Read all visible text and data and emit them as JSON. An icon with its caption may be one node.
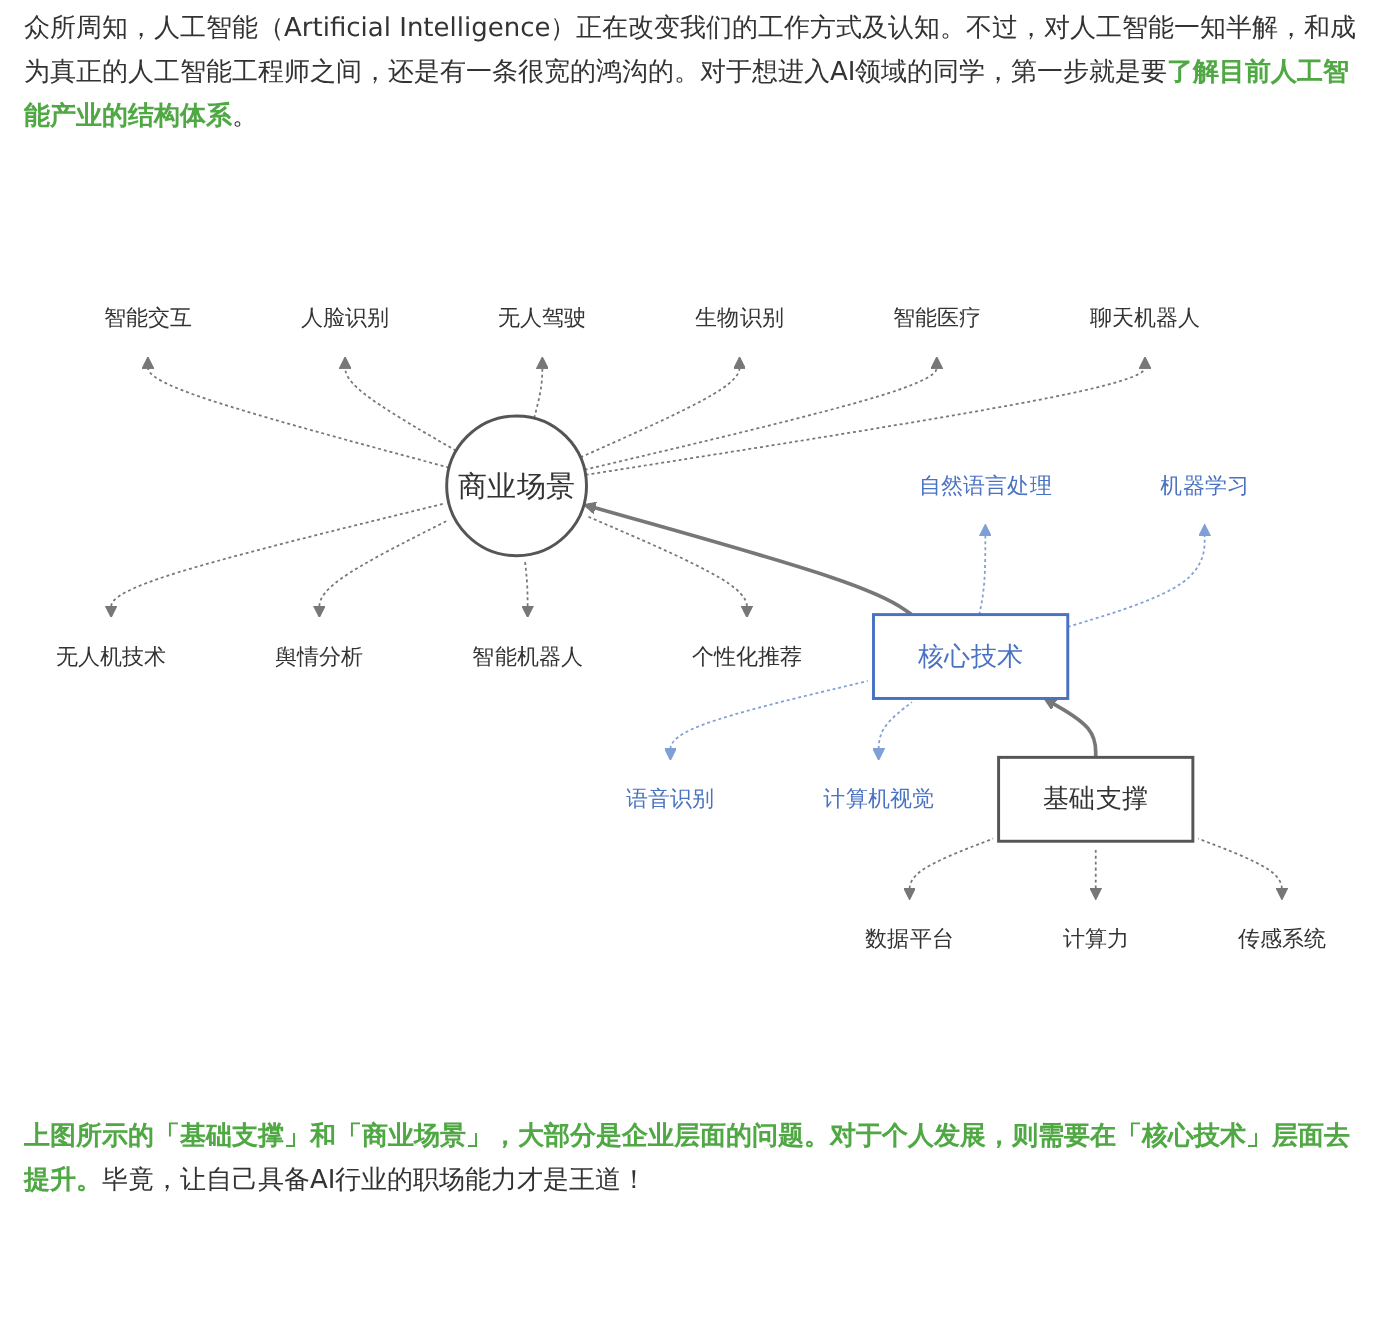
{
  "diagram": {
    "title": "众所周知，人工智能（Artificial Intelligence）正在改变我们的工作方式及认知。不过，对人工智能一知半解，和成为真正的人工智能工程师之间，还是有一条很宽的鸿沟的。对于想进入AI领域的同学，第一步就是要**了解目前人工智能产业的结构体系**。",
    "caption": "**上图所示的「基础支撑」和「商业场景」，大部分是企业层面的问题。对于个人发展，则需要在「核心技术」层面去提升。**毕竟，让自己具备AI行业的职场能力才是王道！",
    "nodes": [
      {
        "text": [
          "智能交互"
        ]
      },
      {
        "text": [
          "人脸识别"
        ]
      },
      {
        "text": [
          "无人驾驶"
        ]
      },
      {
        "text": [
          "生物识别"
        ]
      },
      {
        "text": [
          "智能医疗"
        ]
      },
      {
        "text": [
          "聊天机器人"
        ]
      },
      {
        "text": [
          "商业场景"
        ]
      },
      {
        "text": [
          "无人机技术"
        ]
      },
      {
        "text": [
          "舆情分析"
        ]
      },
      {
        "text": [
          "智能机器人"
        ]
      },
      {
        "text": [
          "个性化推荐"
        ]
      },
      {
        "text": [
          "自然语言处理"
        ]
      },
      {
        "text": [
          "核心技术"
        ]
      },
      {
        "text": [
          "机器学习"
        ]
      },
      {
        "text": [
          "语音识别"
        ]
      },
      {
        "text": [
          "计算机视觉"
        ]
      },
      {
        "text": [
          "基础支撑"
        ]
      },
      {
        "text": [
          "数据平台"
        ]
      },
      {
        "text": [
          "计算力"
        ]
      },
      {
        "text": [
          "传感系统"
        ]
      }
    ],
    "edges": [
      {
        "from": 16,
        "to": 12,
        "arrow": "to"
      },
      {
        "from": 12,
        "to": 6,
        "arrow": "to"
      },
      {
        "from": 6,
        "to": 0,
        "arrow": "to",
        "style": "dashed"
      },
      {
        "from": 6,
        "to": 1,
        "arrow": "to",
        "style": "dashed"
      },
      {
        "from": 6,
        "to": 2,
        "arrow": "to",
        "style": "dashed"
      },
      {
        "from": 6,
        "to": 3,
        "arrow": "to",
        "style": "dashed"
      },
      {
        "from": 6,
        "to": 4,
        "arrow": "to",
        "style": "dashed"
      },
      {
        "from": 6,
        "to": 5,
        "arrow": "to",
        "style": "dashed"
      },
      {
        "from": 6,
        "to": 7,
        "arrow": "to",
        "style": "dashed"
      },
      {
        "from": 6,
        "to": 8,
        "arrow": "to",
        "style": "dashed"
      },
      {
        "from": 6,
        "to": 9,
        "arrow": "to",
        "style": "dashed"
      },
      {
        "from": 6,
        "to": 10,
        "arrow": "to",
        "style": "dashed"
      },
      {
        "from": 12,
        "to": 11,
        "arrow": "to",
        "style": "dashed",
        "color": "#7f9fd6"
      },
      {
        "from": 12,
        "to": 13,
        "arrow": "to",
        "style": "dashed",
        "color": "#7f9fd6"
      },
      {
        "from": 12,
        "to": 14,
        "arrow": "to",
        "style": "dashed",
        "color": "#7f9fd6"
      },
      {
        "from": 12,
        "to": 15,
        "arrow": "to",
        "style": "dashed",
        "color": "#7f9fd6"
      },
      {
        "from": 16,
        "to": 17,
        "arrow": "to",
        "style": "dashed"
      },
      {
        "from": 16,
        "to": 18,
        "arrow": "to",
        "style": "dashed"
      },
      {
        "from": 16,
        "to": 19,
        "arrow": "to",
        "style": "dashed"
      }
    ]
  }
}
